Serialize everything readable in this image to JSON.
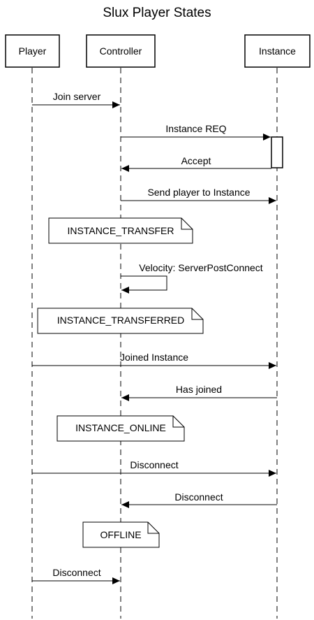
{
  "diagram": {
    "title": "Slux Player States",
    "participants": [
      {
        "id": "player",
        "label": "Player"
      },
      {
        "id": "controller",
        "label": "Controller"
      },
      {
        "id": "instance",
        "label": "Instance"
      }
    ],
    "messages": [
      {
        "label": "Join server",
        "from": "player",
        "to": "controller"
      },
      {
        "label": "Instance REQ",
        "from": "controller",
        "to": "instance"
      },
      {
        "label": "Accept",
        "from": "instance",
        "to": "controller"
      },
      {
        "label": "Send player to Instance",
        "from": "controller",
        "to": "instance"
      },
      {
        "label": "Velocity: ServerPostConnect",
        "from": "controller",
        "to": "controller"
      },
      {
        "label": "Joined Instance",
        "from": "player",
        "to": "instance"
      },
      {
        "label": "Has joined",
        "from": "instance",
        "to": "controller"
      },
      {
        "label": "Disconnect",
        "from": "player",
        "to": "instance"
      },
      {
        "label": "Disconnect",
        "from": "instance",
        "to": "controller"
      },
      {
        "label": "Disconnect",
        "from": "player",
        "to": "controller"
      }
    ],
    "notes": [
      {
        "label": "INSTANCE_TRANSFER"
      },
      {
        "label": "INSTANCE_TRANSFERRED"
      },
      {
        "label": "INSTANCE_ONLINE"
      },
      {
        "label": "OFFLINE"
      }
    ],
    "colors": {
      "line": "#000000",
      "background": "#ffffff"
    }
  }
}
